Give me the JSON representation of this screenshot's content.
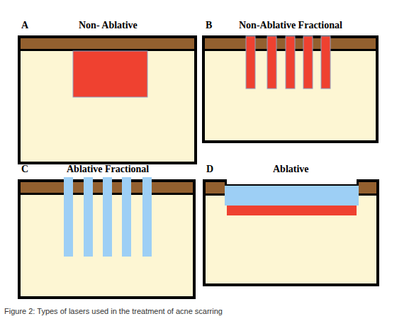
{
  "diagram": {
    "caption": "Figure 2: Types of lasers used in the treatment of acne scarring",
    "nodes": [
      {
        "text": [
          "A",
          "Non- Ablative"
        ]
      },
      {
        "text": [
          "B",
          "Non-Ablative Fractional"
        ]
      },
      {
        "text": [
          "C",
          "Ablative Fractional"
        ]
      },
      {
        "text": [
          "D",
          "Ablative"
        ]
      }
    ]
  }
}
